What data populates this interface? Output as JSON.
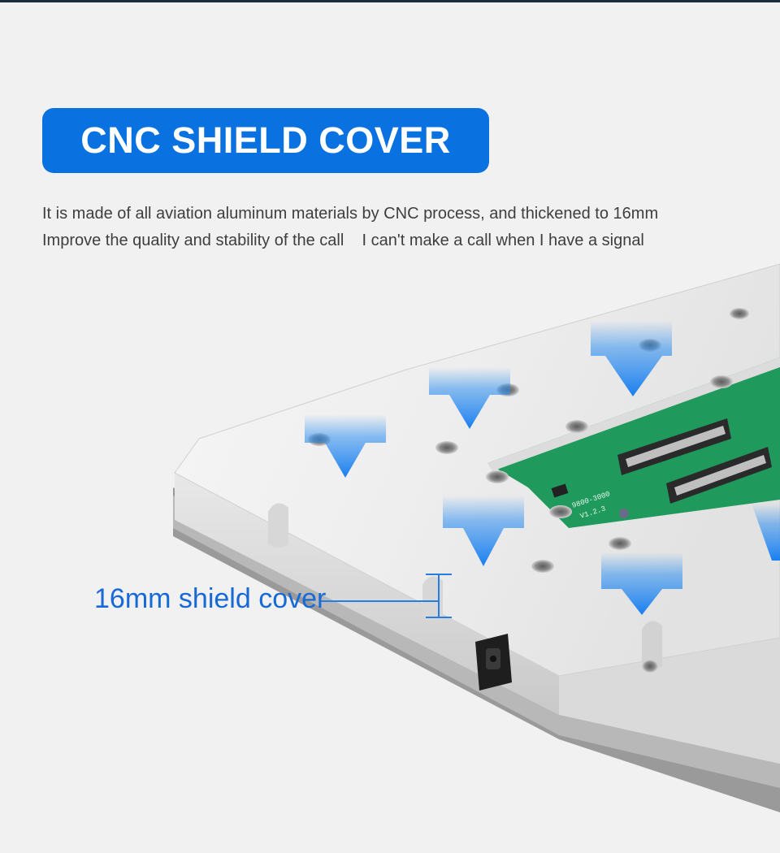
{
  "title": "CNC SHIELD COVER",
  "description": {
    "line1": "It is made of all aviation aluminum materials by CNC process, and thickened to 16mm",
    "line2": "Improve the quality and stability of the call    I can't make a call when I have a signal"
  },
  "callout": {
    "label": "16mm shield cover"
  },
  "board_marking": {
    "text1": "9800-3000",
    "text2": "V1.2.3"
  },
  "colors": {
    "background": "#f1f1f1",
    "accent": "#0a72e0",
    "callout_text": "#1769d6",
    "arrow": "#2f8ff0",
    "pcb": "#1f9a5c"
  },
  "icons": [
    "down-arrow-icon",
    "dc-jack-icon",
    "mounting-hole"
  ]
}
